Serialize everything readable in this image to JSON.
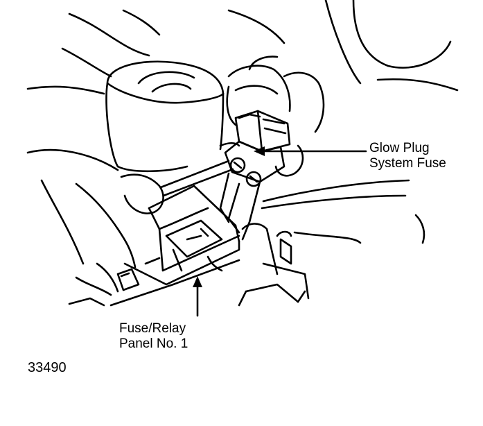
{
  "callouts": {
    "glow_plug_fuse": {
      "line1": "Glow Plug",
      "line2": "System Fuse"
    },
    "fuse_relay_panel": {
      "line1": "Fuse/Relay",
      "line2": "Panel No. 1"
    }
  },
  "figure_number": "33490",
  "colors": {
    "ink": "#000000",
    "paper": "#ffffff"
  }
}
